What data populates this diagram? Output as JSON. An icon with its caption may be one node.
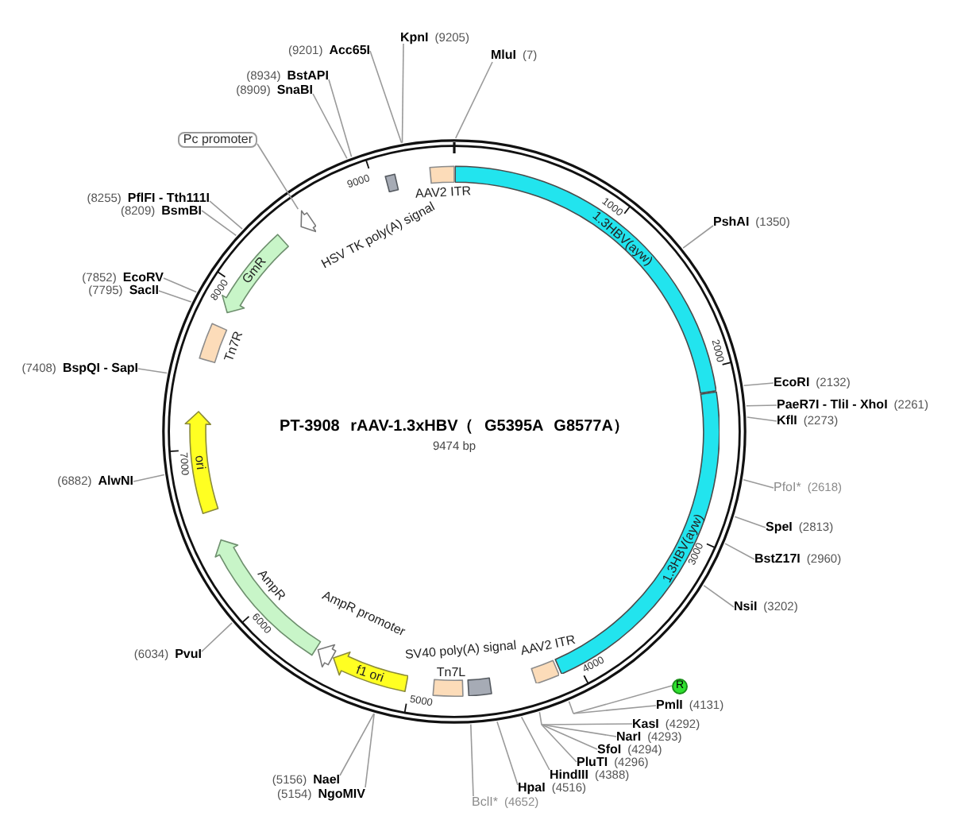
{
  "diagram": {
    "title": "PT-3908 rAAV-1.3xHBV（ G5395A G8577A）",
    "nodes": [
      {
        "text": [
          "KpnI",
          "(9205)"
        ]
      },
      {
        "text": [
          "(9201)",
          "Acc65I"
        ]
      },
      {
        "text": [
          "MluI",
          "(7)"
        ]
      },
      {
        "text": [
          "(8934)",
          "BstAPI"
        ]
      },
      {
        "text": [
          "(8909)",
          "SnaBI"
        ]
      },
      {
        "text": [
          "Pc promoter"
        ]
      },
      {
        "text": [
          "(8255)",
          "PflFI - Tth111I"
        ]
      },
      {
        "text": [
          "(8209)",
          "BsmBI"
        ]
      },
      {
        "text": [
          "PshAI",
          "(1350)"
        ]
      },
      {
        "text": [
          "AAV2 ITR"
        ]
      },
      {
        "text": [
          "HSV TK poly(A) signal"
        ]
      },
      {
        "text": [],
        "shape": "arrow"
      },
      {
        "text": [
          "1.3HBV(ayw)"
        ]
      },
      {
        "text": [
          "GmR"
        ]
      },
      {
        "text": [
          "(7852)",
          "EcoRV"
        ]
      },
      {
        "text": [
          "(7795)",
          "SacII"
        ]
      },
      {
        "text": [
          "Tn7R"
        ]
      },
      {
        "text": [
          "(7408)",
          "BspQI - SapI"
        ]
      },
      {
        "text": [
          "EcoRI",
          "(2132)"
        ]
      },
      {
        "text": [
          "PaeR7I - TliI - XhoI",
          "(2261)"
        ]
      },
      {
        "text": [
          "KflI",
          "(2273)"
        ]
      },
      {
        "text": [
          "ori"
        ]
      },
      {
        "text": [
          "(6882)",
          "AlwNI"
        ]
      },
      {
        "text": [
          "PfoI*",
          "(2618)"
        ]
      },
      {
        "text": [
          "SpeI",
          "(2813)"
        ]
      },
      {
        "text": [
          "1.3HBV(ayw)"
        ]
      },
      {
        "text": [
          "BstZ17I",
          "(2960)"
        ]
      },
      {
        "text": [
          "AmpR"
        ]
      },
      {
        "text": [
          "NsiI",
          "(3202)"
        ]
      },
      {
        "text": [
          "AmpR promoter"
        ]
      },
      {
        "text": [
          "SV40 poly(A) signal"
        ]
      },
      {
        "text": [
          "(6034)",
          "PvuI"
        ]
      },
      {
        "text": [
          "AAV2 ITR"
        ]
      },
      {
        "text": [
          "f1 ori"
        ]
      },
      {
        "text": [
          "Tn7L"
        ]
      },
      {
        "text": [
          "R"
        ]
      },
      {
        "text": [
          "PmlI",
          "(4131)"
        ]
      },
      {
        "text": [
          "KasI",
          "(4292)"
        ]
      },
      {
        "text": [
          "NarI",
          "(4293)"
        ]
      },
      {
        "text": [
          "SfoI",
          "(4294)"
        ]
      },
      {
        "text": [
          "PluTI",
          "(4296)"
        ]
      },
      {
        "text": [
          "HindIII",
          "(4388)"
        ]
      },
      {
        "text": [
          "(5156)",
          "NaeI"
        ]
      },
      {
        "text": [
          "HpaI",
          "(4516)"
        ]
      },
      {
        "text": [
          "(5154)",
          "NgoMIV"
        ]
      },
      {
        "text": [
          "BclI*",
          "(4652)"
        ]
      }
    ],
    "edges": [
      {
        "from": 0,
        "to": null,
        "arrow": "none"
      },
      {
        "from": 1,
        "to": null,
        "arrow": "none"
      },
      {
        "from": 2,
        "to": null,
        "arrow": "none"
      },
      {
        "from": 3,
        "to": null,
        "arrow": "none"
      },
      {
        "from": 4,
        "to": null,
        "arrow": "none"
      },
      {
        "from": 5,
        "to": 11,
        "arrow": "none"
      },
      {
        "from": 6,
        "to": null,
        "arrow": "none"
      },
      {
        "from": 7,
        "to": null,
        "arrow": "none"
      },
      {
        "from": 8,
        "to": null,
        "arrow": "none"
      },
      {
        "from": 14,
        "to": null,
        "arrow": "none"
      },
      {
        "from": 15,
        "to": null,
        "arrow": "none"
      },
      {
        "from": 17,
        "to": null,
        "arrow": "none"
      },
      {
        "from": 18,
        "to": null,
        "arrow": "none"
      },
      {
        "from": 19,
        "to": null,
        "arrow": "none"
      },
      {
        "from": 20,
        "to": null,
        "arrow": "none"
      },
      {
        "from": 22,
        "to": null,
        "arrow": "none"
      },
      {
        "from": 23,
        "to": null,
        "arrow": "none"
      },
      {
        "from": 24,
        "to": null,
        "arrow": "none"
      },
      {
        "from": 26,
        "to": null,
        "arrow": "none"
      },
      {
        "from": 28,
        "to": null,
        "arrow": "none"
      },
      {
        "from": 31,
        "to": null,
        "arrow": "none"
      },
      {
        "from": 35,
        "to": null,
        "arrow": "none"
      },
      {
        "from": 36,
        "to": null,
        "arrow": "none"
      },
      {
        "from": 37,
        "to": null,
        "arrow": "none"
      },
      {
        "from": 38,
        "to": null,
        "arrow": "none"
      },
      {
        "from": 39,
        "to": null,
        "arrow": "none"
      },
      {
        "from": 40,
        "to": null,
        "arrow": "none"
      },
      {
        "from": 41,
        "to": null,
        "arrow": "none"
      },
      {
        "from": 42,
        "to": null,
        "arrow": "none"
      },
      {
        "from": 43,
        "to": null,
        "arrow": "none"
      },
      {
        "from": 44,
        "to": null,
        "arrow": "none"
      },
      {
        "from": 45,
        "to": null,
        "arrow": "none"
      }
    ],
    "labels": [
      "9000",
      "1000",
      "8000",
      "2000",
      "9474 bp",
      "7000",
      "3000",
      "6000",
      "4000",
      "5000"
    ]
  }
}
